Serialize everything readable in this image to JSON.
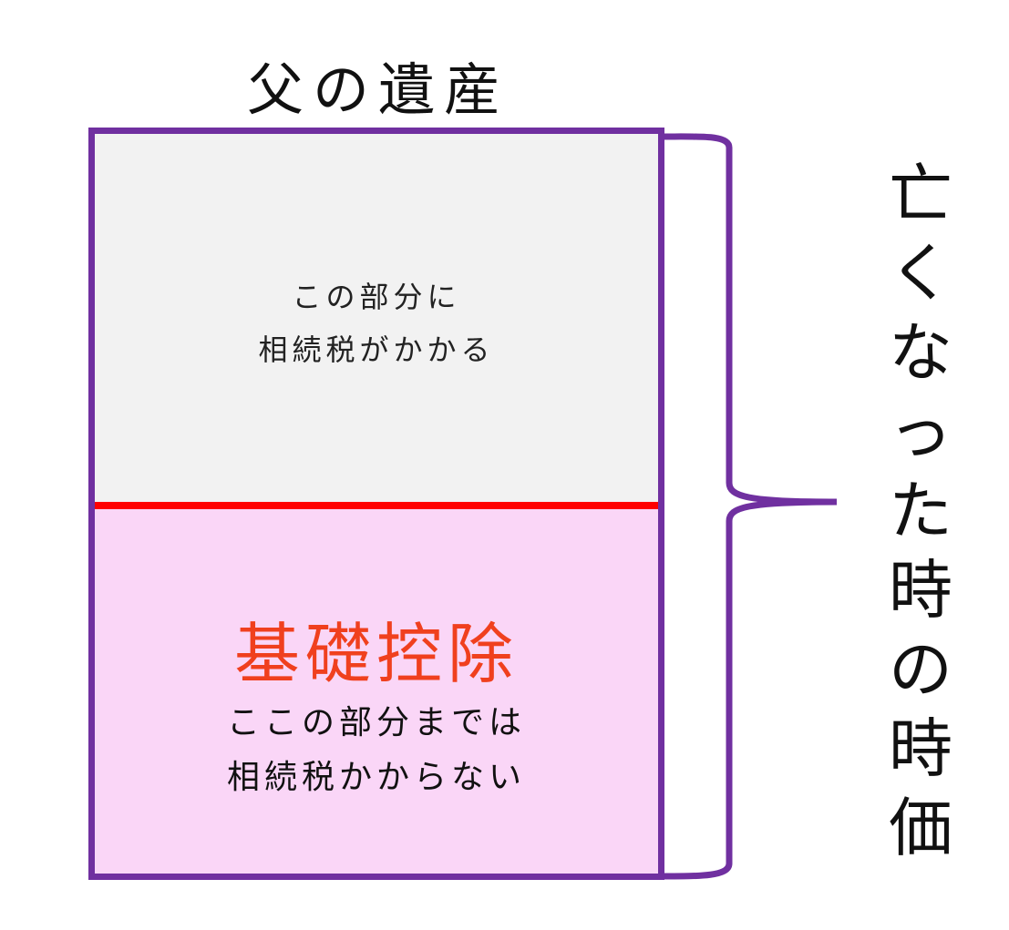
{
  "title": "父の遺産",
  "upper": {
    "line1": "この部分に",
    "line2": "相続税がかかる"
  },
  "lower": {
    "heading": "基礎控除",
    "line1": "ここの部分までは",
    "line2": "相続税かからない"
  },
  "side_label": "亡くなった時の時価",
  "colors": {
    "border": "#7030a0",
    "divider": "#ff0000",
    "upper_fill": "#f2f2f2",
    "lower_fill": "#fad6f7",
    "heading": "#f0401e"
  }
}
